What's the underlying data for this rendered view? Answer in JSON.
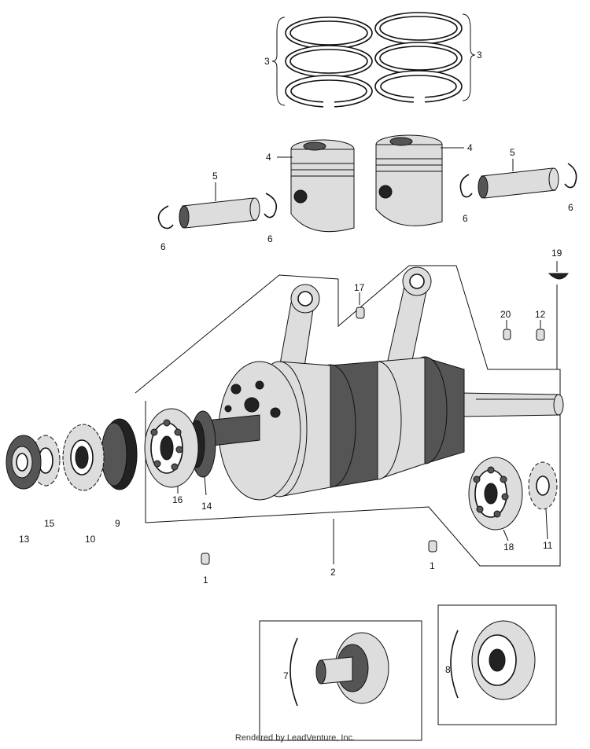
{
  "callouts": {
    "c1a": "1",
    "c1b": "1",
    "c2": "2",
    "c3a": "3",
    "c3b": "3",
    "c4a": "4",
    "c4b": "4",
    "c5a": "5",
    "c5b": "5",
    "c6a": "6",
    "c6b": "6",
    "c6c": "6",
    "c6d": "6",
    "c7": "7",
    "c8": "8",
    "c9": "9",
    "c10": "10",
    "c11": "11",
    "c12": "12",
    "c13": "13",
    "c14": "14",
    "c15": "15",
    "c16": "16",
    "c17": "17",
    "c18": "18",
    "c19": "19",
    "c20": "20"
  },
  "footer": "Rendered by LeadVenture, Inc."
}
